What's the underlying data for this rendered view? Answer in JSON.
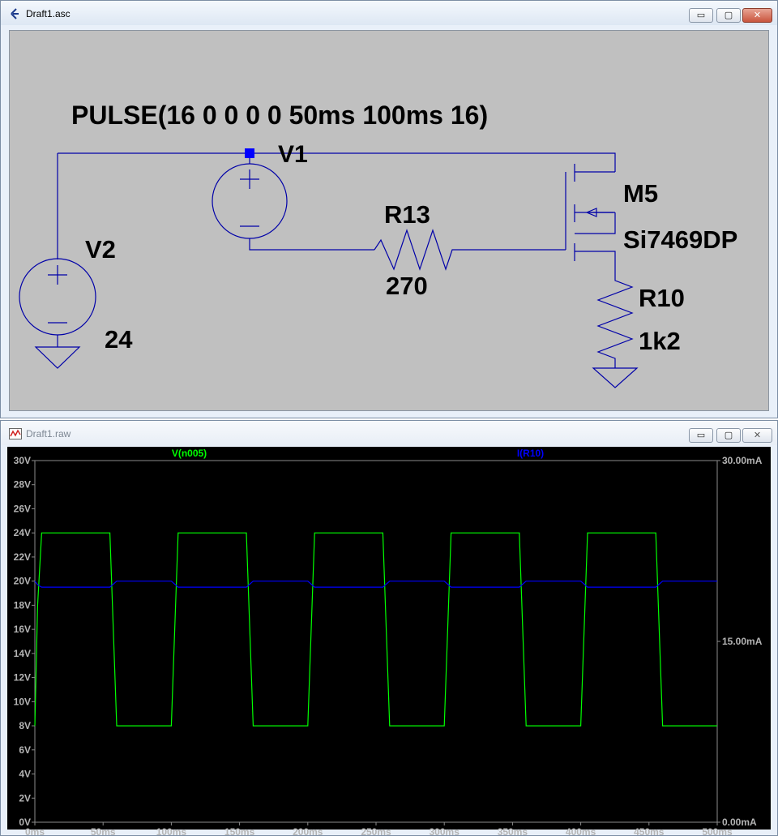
{
  "schematic_window": {
    "title": "Draft1.asc",
    "buttons": {
      "minimize": "▭",
      "maximize": "▢",
      "close": "✕"
    }
  },
  "schematic": {
    "directive": "PULSE(16 0 0 0 0 50ms 100ms 16)",
    "components": {
      "v1": {
        "name": "V1"
      },
      "v2": {
        "name": "V2",
        "value": "24"
      },
      "r13": {
        "name": "R13",
        "value": "270"
      },
      "m5": {
        "name": "M5",
        "value": "Si7469DP"
      },
      "r10": {
        "name": "R10",
        "value": "1k2"
      }
    },
    "colors": {
      "background": "#c0c0c0",
      "wire": "#0000a8",
      "junction": "#0000ff"
    }
  },
  "plot_window": {
    "title": "Draft1.raw",
    "buttons": {
      "minimize": "▭",
      "maximize": "▢",
      "close": "✕"
    }
  },
  "plot": {
    "left_ticks": [
      "30V",
      "28V",
      "26V",
      "24V",
      "22V",
      "20V",
      "18V",
      "16V",
      "14V",
      "12V",
      "10V",
      "8V",
      "6V",
      "4V",
      "2V",
      "0V"
    ],
    "right_ticks": [
      "30.00mA",
      "15.00mA",
      "0.00mA"
    ],
    "x_ticks": [
      "0ms",
      "50ms",
      "100ms",
      "150ms",
      "200ms",
      "250ms",
      "300ms",
      "350ms",
      "400ms",
      "450ms",
      "500ms"
    ],
    "colors": {
      "background": "#000000",
      "grid": "#8c8c8c",
      "v_trace": "#00ff00",
      "i_trace": "#0000ff"
    }
  },
  "chart_data": {
    "type": "line",
    "title": "",
    "xlabel": "",
    "ylabel": "",
    "xlim": [
      0,
      500
    ],
    "ylim": [
      0,
      30
    ],
    "y2lim": [
      0,
      30
    ],
    "grid": "border-only",
    "legend": "top",
    "series": [
      {
        "name": "V(n005)",
        "axis": "left",
        "unit": "V",
        "x": [
          0,
          2,
          5,
          55,
          60,
          100,
          105,
          155,
          160,
          200,
          205,
          255,
          260,
          300,
          305,
          355,
          360,
          400,
          405,
          455,
          460,
          500
        ],
        "values": [
          8,
          18,
          24,
          24,
          8,
          8,
          24,
          24,
          8,
          8,
          24,
          24,
          8,
          8,
          24,
          24,
          8,
          8,
          24,
          24,
          8,
          8
        ]
      },
      {
        "name": "I(R10)",
        "axis": "right",
        "unit": "mA",
        "x": [
          0,
          2,
          5,
          55,
          60,
          100,
          105,
          155,
          160,
          200,
          205,
          255,
          260,
          300,
          305,
          355,
          360,
          400,
          405,
          455,
          460,
          500
        ],
        "values": [
          20,
          19.7,
          19.5,
          19.5,
          20,
          20,
          19.5,
          19.5,
          20,
          20,
          19.5,
          19.5,
          20,
          20,
          19.5,
          19.5,
          20,
          20,
          19.5,
          19.5,
          20,
          20
        ]
      }
    ]
  }
}
